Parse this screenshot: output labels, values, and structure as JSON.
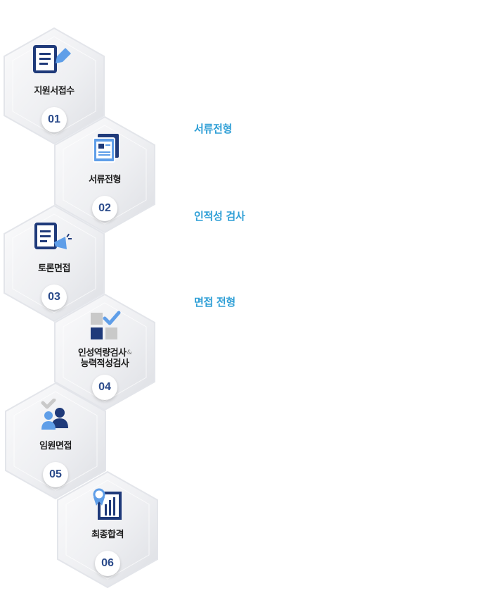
{
  "steps": [
    {
      "label": "지원서접수",
      "number": "01",
      "icon": "application-form-pencil-icon"
    },
    {
      "label": "서류전형",
      "number": "02",
      "icon": "document-review-icon"
    },
    {
      "label": "토론면접",
      "number": "03",
      "icon": "discussion-megaphone-icon"
    },
    {
      "label_line1": "인성역량검사",
      "amp": "&",
      "label_line2": "능력적성검사",
      "number": "04",
      "icon": "test-checkbox-icon"
    },
    {
      "label": "임원면접",
      "number": "05",
      "icon": "executive-interview-people-icon"
    },
    {
      "label": "최종합격",
      "number": "06",
      "icon": "final-pass-award-chart-icon"
    }
  ],
  "phases": [
    "서류전형",
    "인적성 검사",
    "면접 전형"
  ],
  "colors": {
    "navy": "#1f3a7a",
    "accent": "#2f9fd6",
    "light_blue": "#5f9ee8",
    "gray": "#c9c9c9"
  }
}
